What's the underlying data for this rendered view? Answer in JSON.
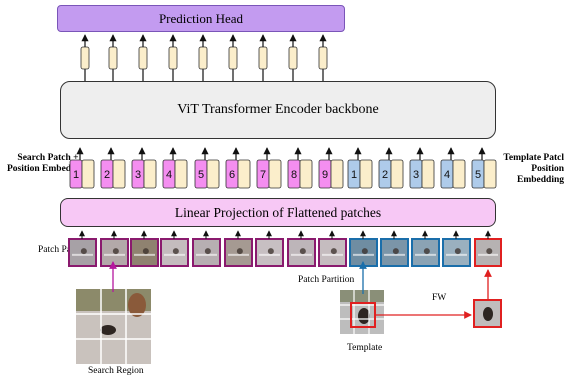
{
  "prediction_head": "Prediction Head",
  "encoder": "ViT Transformer Encoder backbone",
  "projection": "Linear Projection of Flattened patches",
  "search_patch_label": "Search Patch + Position Embedding",
  "template_patch_label": "Template Patcl Position Embedding",
  "search_indices": [
    "1",
    "2",
    "3",
    "4",
    "5",
    "6",
    "7",
    "8",
    "9"
  ],
  "template_indices": [
    "1",
    "2",
    "3",
    "4",
    "5"
  ],
  "patch_partition_left": "Patch Partition",
  "patch_partition_right": "Patch Partition",
  "search_region": "Search Region",
  "template": "Template",
  "fw": "FW",
  "colors": {
    "search_embed": "#f48ef0",
    "template_embed": "#aecbea",
    "token": "#fbeecb",
    "search_border": "#8a1a6e",
    "template_border": "#1a6eaa",
    "red": "#e02020"
  }
}
